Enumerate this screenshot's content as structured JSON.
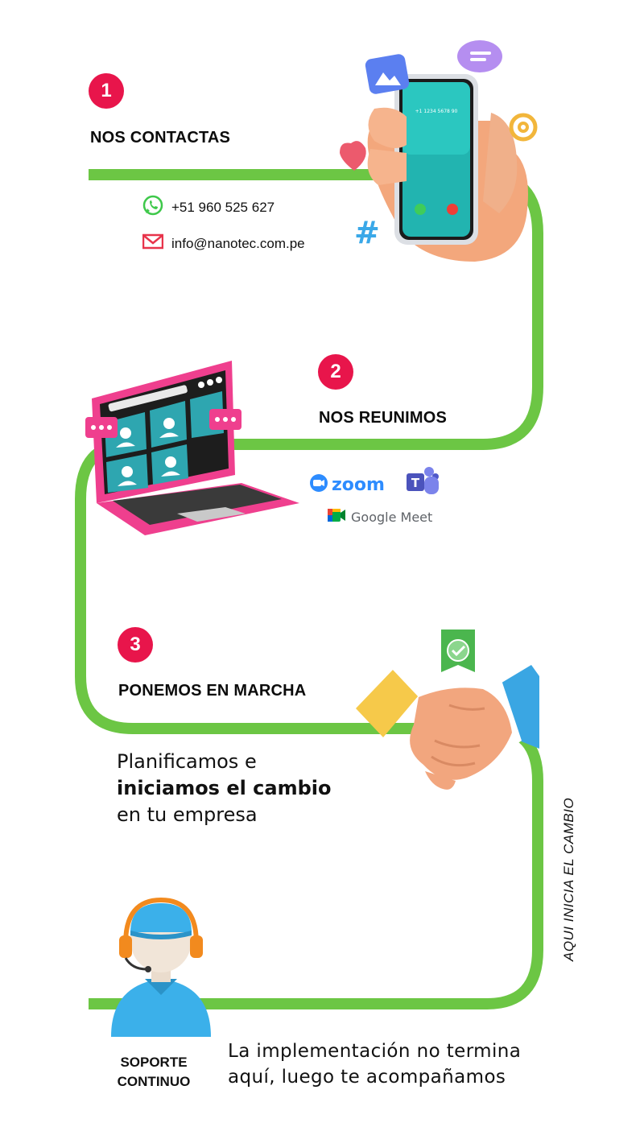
{
  "steps": [
    {
      "number": "1",
      "title": "NOS CONTACTAS"
    },
    {
      "number": "2",
      "title": "NOS REUNIMOS"
    },
    {
      "number": "3",
      "title": "PONEMOS EN MARCHA"
    }
  ],
  "contact": {
    "phone": "+51 960 525 627",
    "email": "info@nanotec.com.pe",
    "phone_icon": "whatsapp-icon",
    "email_icon": "mail-icon"
  },
  "phone_screen": {
    "number": "+1 1234 5678 90"
  },
  "meeting_apps": {
    "zoom": "zoom",
    "google_meet": "Google Meet"
  },
  "step3_text": {
    "line1": "Planificamos e",
    "line2_bold": "iniciamos el cambio",
    "line3": "en tu empresa"
  },
  "vertical_text": "AQUI INICIA EL CAMBIO",
  "support": {
    "title_line1": "SOPORTE",
    "title_line2": "CONTINUO",
    "text_line1": "La implementación no termina",
    "text_line2": "aquí, luego te acompañamos"
  },
  "colors": {
    "accent": "#e8154b",
    "path": "#6cc644",
    "pink": "#ef3f8e",
    "blue": "#2e8bd6"
  }
}
